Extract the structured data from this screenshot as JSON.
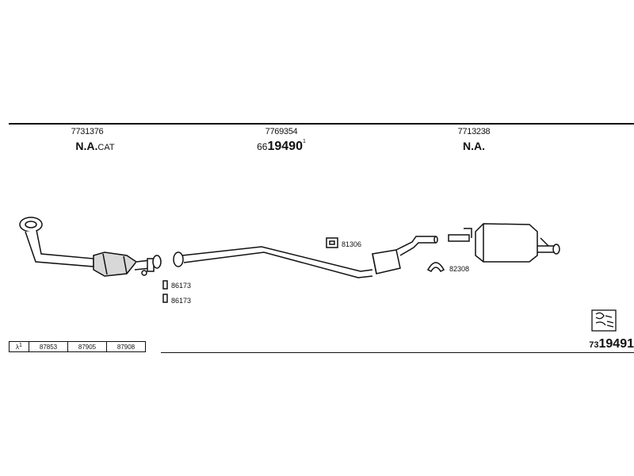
{
  "sections": [
    {
      "part_number": "7731376",
      "code_main": "N.A.",
      "code_suffix": "CAT"
    },
    {
      "part_number": "7769354",
      "code_prefix": "66",
      "code_main": "19490",
      "code_sup": "1"
    },
    {
      "part_number": "7713238",
      "code_main": "N.A."
    }
  ],
  "labels": {
    "clamp_upper": "86173",
    "clamp_lower": "86173",
    "hanger_mid": "81306",
    "hanger_rear": "82308"
  },
  "catalog_row": {
    "symbol": "λ",
    "symbol_sup": "1",
    "codes": [
      "87853",
      "87905",
      "87908"
    ]
  },
  "reference": {
    "prefix": "73",
    "main": "19491"
  }
}
